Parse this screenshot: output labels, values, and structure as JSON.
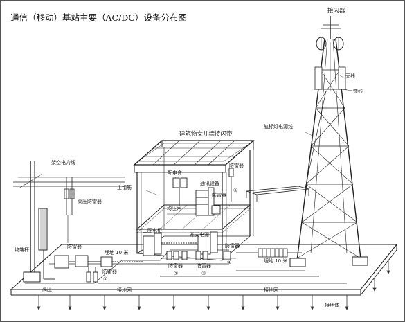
{
  "title": "通信（移动）基站主要（AC/DC）设备分布图",
  "labels": {
    "lightning_rod": "接闪器",
    "antenna": "天线",
    "feeder": "馈线",
    "aviation_light_cable": "航标灯电源线",
    "roof_belt": "建筑物女儿墙接闪带",
    "overhead_line": "架空电力线",
    "hv_arrester": "高压防雷器",
    "terminal_pole": "终端杆",
    "hv": "高压",
    "main_rebar": "主钢筋",
    "distribution_box": "配电盒",
    "comm_equipment": "通讯设备",
    "arrester_5": "防雷器",
    "lp_net": "均压网",
    "main_dist_cabinet": "主配电柜",
    "switch_power": "开关电源",
    "arrester_4": "防雷器",
    "arrester_top": "防雷器",
    "arrester_1": "防雷器",
    "arrester_2": "防雷器",
    "arrester_3": "防雷器",
    "buried_10m_left": "埋地 10 米",
    "buried_10m_right": "埋地 10 米",
    "ground_grid_left": "接地网",
    "ground_grid_right": "接地网",
    "ground_body": "接地体",
    "circ_1": "①",
    "circ_2": "②",
    "circ_3": "③",
    "circ_4": "④",
    "circ_5": "⑤"
  }
}
